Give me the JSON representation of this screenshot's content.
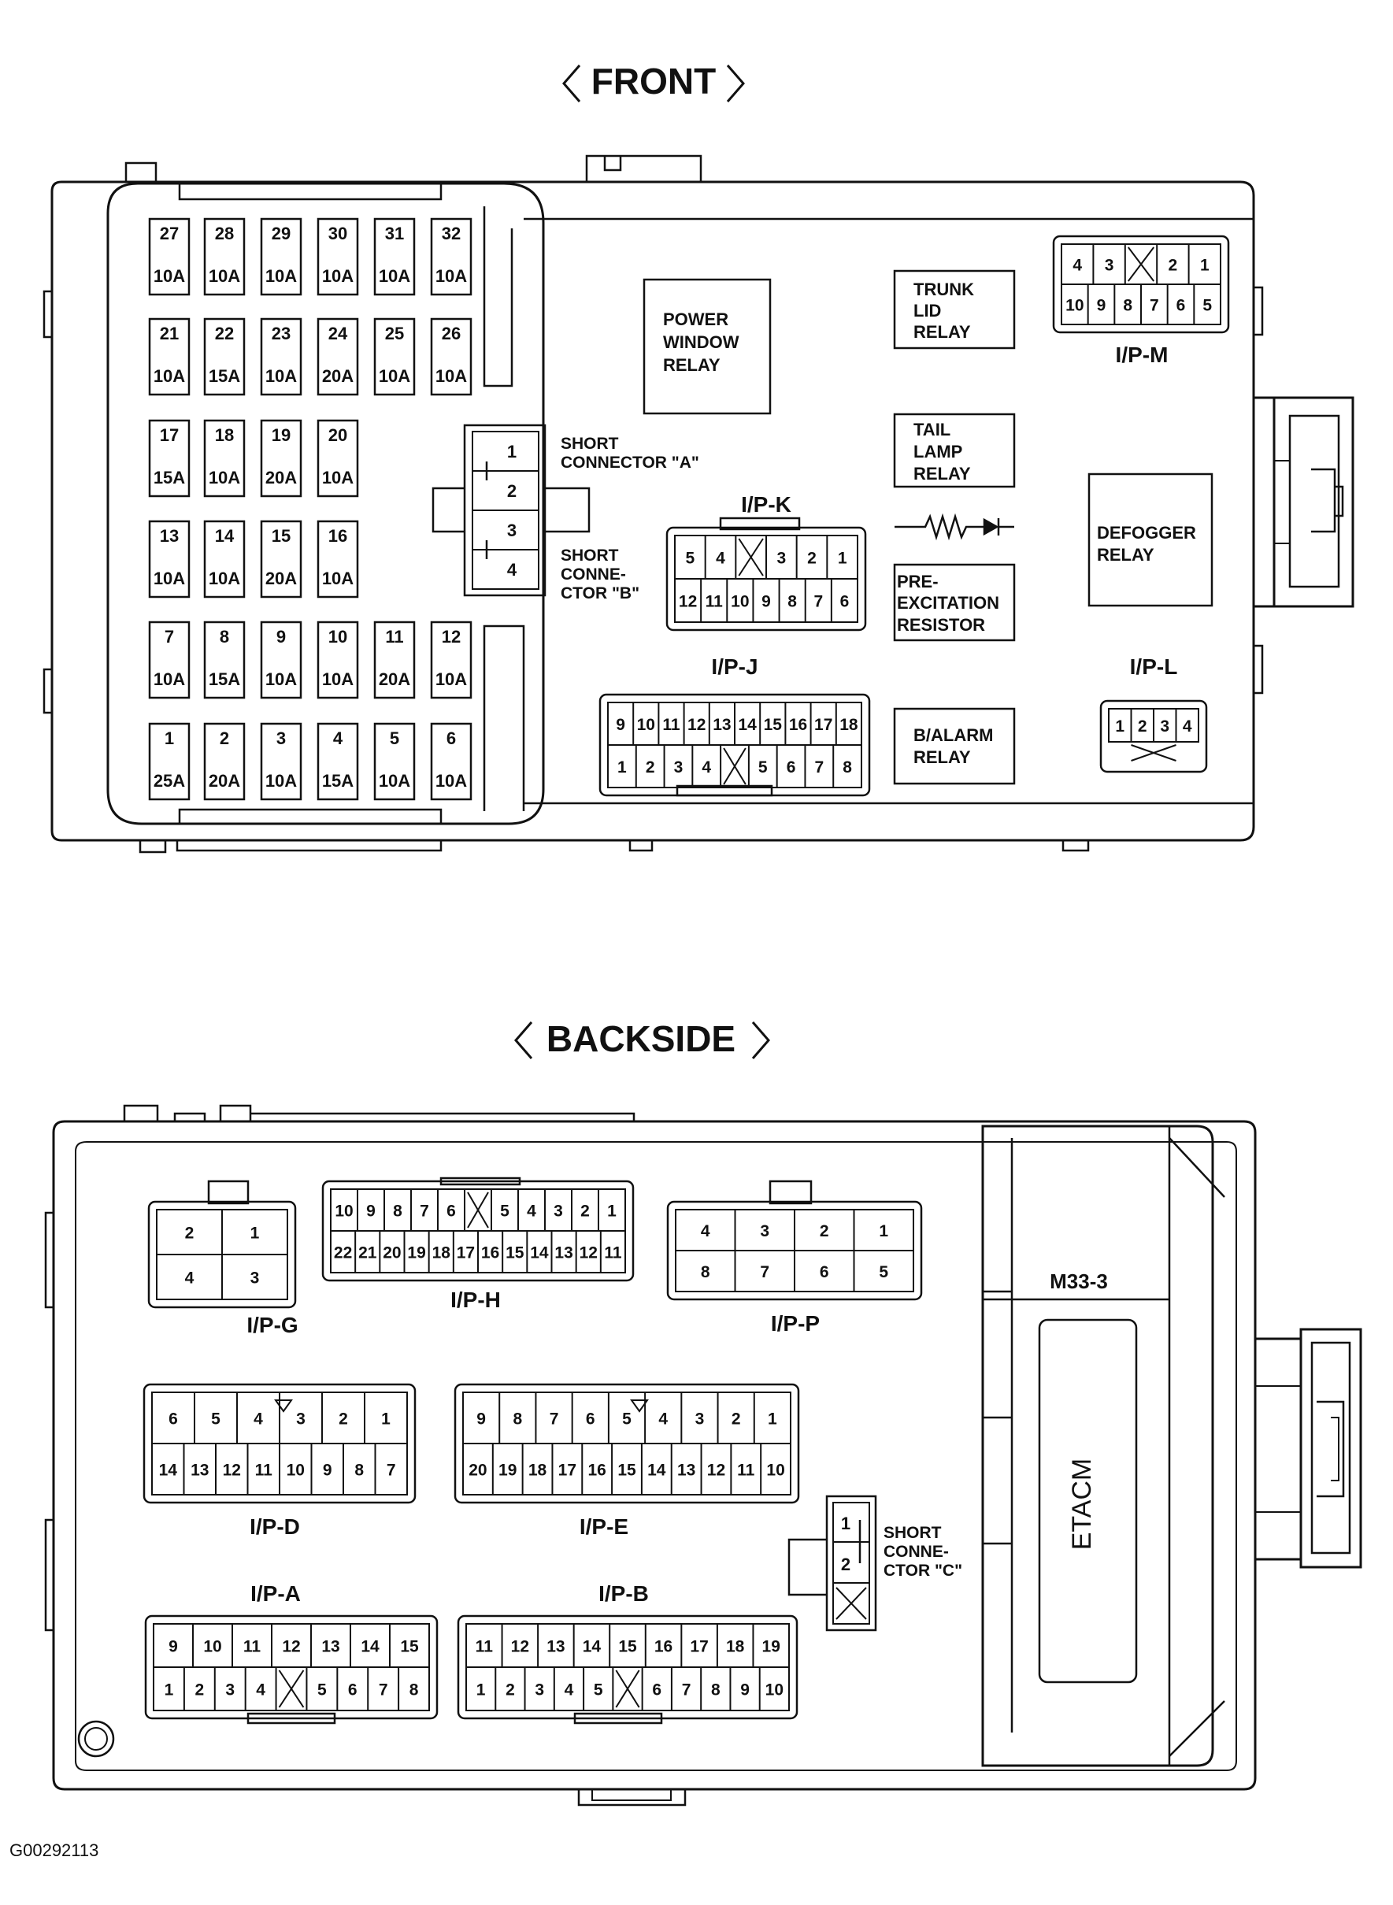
{
  "titles": {
    "front": "FRONT",
    "backside": "BACKSIDE"
  },
  "figure_code": "G00292113",
  "fuses": [
    {
      "no": "27",
      "amp": "10A"
    },
    {
      "no": "28",
      "amp": "10A"
    },
    {
      "no": "29",
      "amp": "10A"
    },
    {
      "no": "30",
      "amp": "10A"
    },
    {
      "no": "31",
      "amp": "10A"
    },
    {
      "no": "32",
      "amp": "10A"
    },
    {
      "no": "21",
      "amp": "10A"
    },
    {
      "no": "22",
      "amp": "15A"
    },
    {
      "no": "23",
      "amp": "10A"
    },
    {
      "no": "24",
      "amp": "20A"
    },
    {
      "no": "25",
      "amp": "10A"
    },
    {
      "no": "26",
      "amp": "10A"
    },
    {
      "no": "17",
      "amp": "15A"
    },
    {
      "no": "18",
      "amp": "10A"
    },
    {
      "no": "19",
      "amp": "20A"
    },
    {
      "no": "20",
      "amp": "10A"
    },
    {
      "no": "13",
      "amp": "10A"
    },
    {
      "no": "14",
      "amp": "10A"
    },
    {
      "no": "15",
      "amp": "20A"
    },
    {
      "no": "16",
      "amp": "10A"
    },
    {
      "no": "7",
      "amp": "10A"
    },
    {
      "no": "8",
      "amp": "15A"
    },
    {
      "no": "9",
      "amp": "10A"
    },
    {
      "no": "10",
      "amp": "10A"
    },
    {
      "no": "11",
      "amp": "20A"
    },
    {
      "no": "12",
      "amp": "10A"
    },
    {
      "no": "1",
      "amp": "25A"
    },
    {
      "no": "2",
      "amp": "20A"
    },
    {
      "no": "3",
      "amp": "10A"
    },
    {
      "no": "4",
      "amp": "15A"
    },
    {
      "no": "5",
      "amp": "10A"
    },
    {
      "no": "6",
      "amp": "10A"
    }
  ],
  "relays": {
    "power_window": [
      "POWER",
      "WINDOW",
      "RELAY"
    ],
    "trunk_lid": [
      "TRUNK",
      "LID",
      "RELAY"
    ],
    "tail_lamp": [
      "TAIL",
      "LAMP",
      "RELAY"
    ],
    "pre_excitation": [
      "PRE-",
      "EXCITATION",
      "RESISTOR"
    ],
    "defogger": [
      "DEFOGGER",
      "RELAY"
    ],
    "b_alarm": [
      "B/ALARM",
      "RELAY"
    ]
  },
  "short_connectors": {
    "a_label": [
      "SHORT",
      "CONNECTOR \"A\""
    ],
    "b_label": [
      "SHORT",
      "CONNE-",
      "CTOR \"B\""
    ],
    "c_label": [
      "SHORT",
      "CONNE-",
      "CTOR \"C\""
    ],
    "ab_pins": [
      "1",
      "2",
      "3",
      "4"
    ],
    "c_pins": [
      "1",
      "2"
    ]
  },
  "connectors": {
    "ip_m": {
      "label": "I/P-M",
      "row1": [
        "4",
        "3",
        "",
        "2",
        "1"
      ],
      "row2": [
        "10",
        "9",
        "8",
        "7",
        "6",
        "5"
      ]
    },
    "ip_k": {
      "label": "I/P-K",
      "row1": [
        "5",
        "4",
        "",
        "3",
        "2",
        "1"
      ],
      "row2": [
        "12",
        "11",
        "10",
        "9",
        "8",
        "7",
        "6"
      ]
    },
    "ip_j": {
      "label": "I/P-J",
      "row1": [
        "9",
        "10",
        "11",
        "12",
        "13",
        "14",
        "15",
        "16",
        "17",
        "18"
      ],
      "row2": [
        "1",
        "2",
        "3",
        "4",
        "",
        "5",
        "6",
        "7",
        "8"
      ]
    },
    "ip_l": {
      "label": "I/P-L",
      "row1": [
        "1",
        "2",
        "3",
        "4"
      ]
    },
    "ip_g": {
      "label": "I/P-G",
      "row1": [
        "2",
        "1"
      ],
      "row2": [
        "4",
        "3"
      ]
    },
    "ip_h": {
      "label": "I/P-H",
      "row1": [
        "10",
        "9",
        "8",
        "7",
        "6",
        "",
        "5",
        "4",
        "3",
        "2",
        "1"
      ],
      "row2": [
        "22",
        "21",
        "20",
        "19",
        "18",
        "17",
        "16",
        "15",
        "14",
        "13",
        "12",
        "11"
      ]
    },
    "ip_p": {
      "label": "I/P-P",
      "row1": [
        "4",
        "3",
        "2",
        "1"
      ],
      "row2": [
        "8",
        "7",
        "6",
        "5"
      ]
    },
    "ip_d": {
      "label": "I/P-D",
      "row1": [
        "6",
        "5",
        "4",
        "3",
        "2",
        "1"
      ],
      "row2": [
        "14",
        "13",
        "12",
        "11",
        "10",
        "9",
        "8",
        "7"
      ]
    },
    "ip_e": {
      "label": "I/P-E",
      "row1": [
        "9",
        "8",
        "7",
        "6",
        "5",
        "4",
        "3",
        "2",
        "1"
      ],
      "row2": [
        "20",
        "19",
        "18",
        "17",
        "16",
        "15",
        "14",
        "13",
        "12",
        "11",
        "10"
      ]
    },
    "ip_a": {
      "label": "I/P-A",
      "row1": [
        "9",
        "10",
        "11",
        "12",
        "13",
        "14",
        "15"
      ],
      "row2": [
        "1",
        "2",
        "3",
        "4",
        "",
        "5",
        "6",
        "7",
        "8"
      ]
    },
    "ip_b": {
      "label": "I/P-B",
      "row1": [
        "11",
        "12",
        "13",
        "14",
        "15",
        "16",
        "17",
        "18",
        "19"
      ],
      "row2": [
        "1",
        "2",
        "3",
        "4",
        "5",
        "",
        "6",
        "7",
        "8",
        "9",
        "10"
      ]
    }
  },
  "module": {
    "code": "M33-3",
    "name": "ETACM"
  }
}
